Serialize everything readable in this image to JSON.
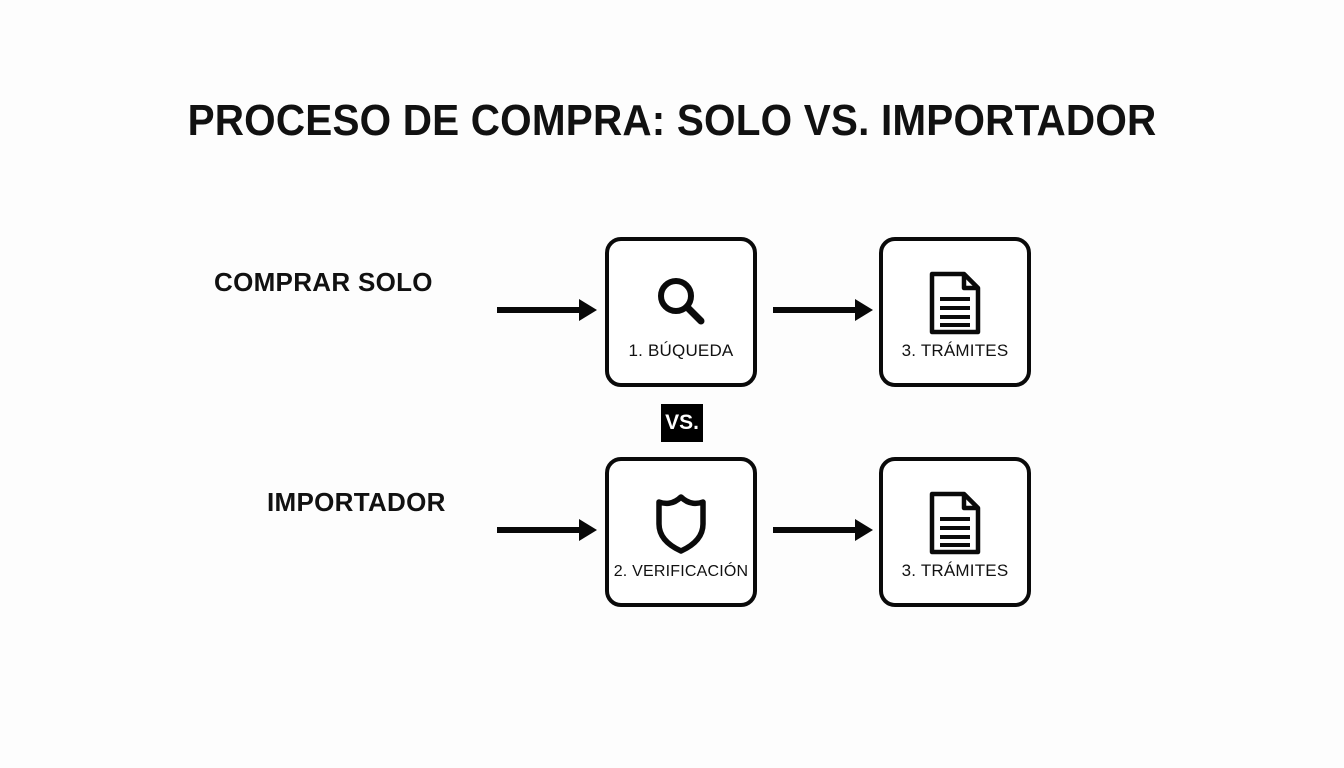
{
  "slide": {
    "background_color": "#fdfdfd",
    "title": "PROCESO DE COMPRA: SOLO VS. IMPORTADOR",
    "vs_badge": {
      "text": "VS.",
      "background_color": "#000000",
      "text_color": "#ffffff"
    }
  },
  "rows": [
    {
      "label": "COMPRAR SOLO",
      "steps": [
        {
          "label": "1. BÚQUEDA",
          "icon": "magnifier-icon"
        },
        {
          "label": "3. TRÁMITES",
          "icon": "document-icon"
        }
      ]
    },
    {
      "label": "IMPORTADOR",
      "steps": [
        {
          "label": "2. VERIFICACIÓN",
          "icon": "shield-icon"
        },
        {
          "label": "3. TRÁMITES",
          "icon": "document-icon"
        }
      ]
    }
  ],
  "arrows": [
    {
      "name": "arrow-to-busqueda",
      "direction": "right"
    },
    {
      "name": "arrow-busqueda-to-tramites",
      "direction": "right"
    },
    {
      "name": "arrow-to-verificacion",
      "direction": "right"
    },
    {
      "name": "arrow-verificacion-to-tramites",
      "direction": "right"
    }
  ],
  "colors": {
    "stroke": "#0a0a0a",
    "text": "#111111",
    "card_fill": "#ffffff"
  }
}
